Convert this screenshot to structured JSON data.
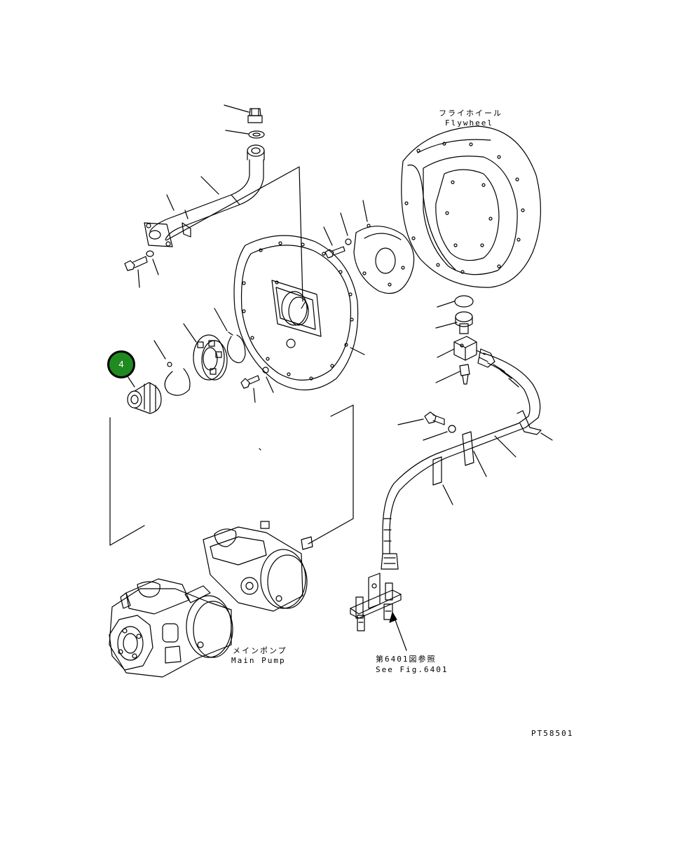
{
  "labels": {
    "flywheel_jp": "フライホイール",
    "flywheel_en": "Flywheel",
    "main_pump_jp": "メインポンプ",
    "main_pump_en": "Main Pump",
    "see_fig_jp": "第6401図参照",
    "see_fig_en": "See Fig.6401",
    "drawing_number": "PT58501"
  },
  "callout": {
    "number": "4",
    "color": "#1f8a1f"
  },
  "colors": {
    "line": "#000000",
    "background": "#ffffff"
  }
}
